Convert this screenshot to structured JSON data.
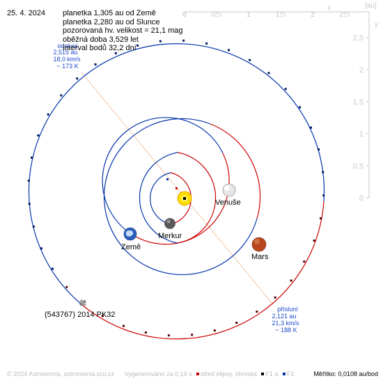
{
  "date": "25. 4. 2024",
  "info_lines": [
    "planetka 1,305 au od Země",
    "planetka 2,280 au od Slunce",
    "pozorovaná hv. velikost = 21,1 mag",
    "oběžná doba 3,529 let",
    "interval bodů 32,2 dní"
  ],
  "axes": {
    "unit": "[au]",
    "x_letter": "x",
    "y_letter": "y",
    "x_ticks": [
      "0",
      "0,5",
      "1",
      "1,5",
      "2",
      "2,5"
    ],
    "y_ticks": [
      "2,5",
      "2",
      "1,5",
      "1",
      "0,5",
      "0"
    ]
  },
  "aphelion": {
    "lines": [
      "odsluní",
      "2,515 au",
      "18,0 km/s",
      "~ 173 K"
    ]
  },
  "perihelion": {
    "lines": [
      "přísluní",
      "2,121 au",
      "21,3 km/s",
      "~ 188 K"
    ]
  },
  "bodies": {
    "sun": "",
    "venus": "Venuše",
    "mercury": "Merkur",
    "earth": "Země",
    "mars": "Mars",
    "asteroid": "(543767) 2014 PK32"
  },
  "footer": {
    "copyright": "© 2024 Astronomia, astronomia.zcu.cz",
    "generated": "Vygenerováno za 0,14 s",
    "legend_center": "střed elipsy, ohniska",
    "legend_f1": "F1 a",
    "legend_f2": "F2",
    "scale": "Měřítko: 0,0108 au/bod"
  },
  "colors": {
    "ahead_orbit": "#cc0000",
    "behind_orbit": "#0033aa",
    "sun": "#ffdd00",
    "apsis_line": "#f2c8a8",
    "axis": "#c8c8c8",
    "label_blue": "#1a47cc"
  }
}
